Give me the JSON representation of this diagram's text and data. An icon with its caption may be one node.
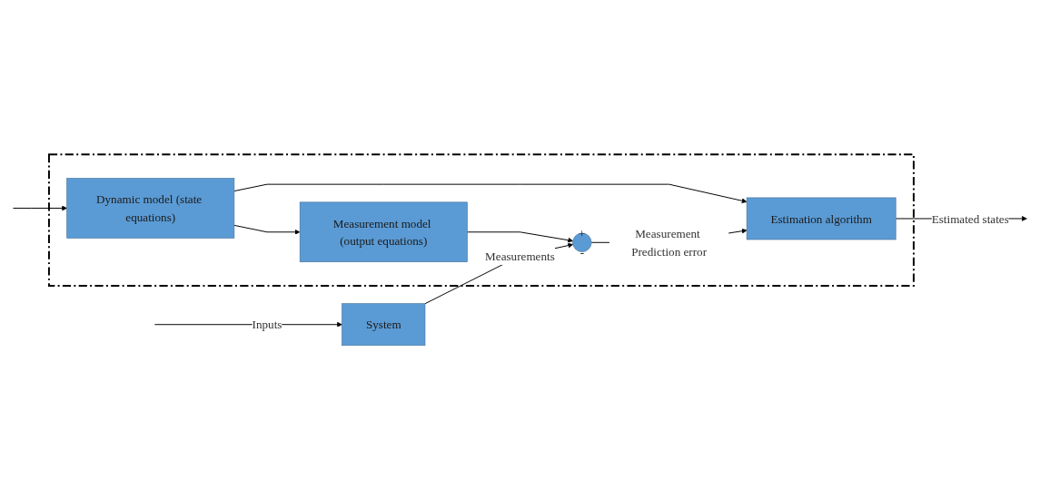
{
  "diagram": {
    "nodes": [
      {
        "text": [
          "System"
        ]
      },
      {
        "text": [],
        "shape": "box"
      },
      {
        "text": [
          "Measurement model (output equations)"
        ],
        "in": 1
      },
      {
        "text": [
          "+",
          "-"
        ],
        "in": 1
      },
      {
        "text": [
          "Dynamic model (state equations)"
        ],
        "in": 1
      },
      {
        "text": [
          "Estimation algorithm"
        ],
        "in": 1
      }
    ],
    "edges": [
      {
        "from": null,
        "to": 0,
        "arrow": "to",
        "label": "Inputs"
      },
      {
        "from": null,
        "to": 4,
        "arrow": "to"
      },
      {
        "from": 0,
        "to": 3,
        "arrow": "to",
        "label": "Measurements"
      },
      {
        "from": 4,
        "to": 2,
        "arrow": "to"
      },
      {
        "from": 2,
        "to": 3,
        "arrow": "to"
      },
      {
        "from": 4,
        "to": 5,
        "arrow": "to"
      },
      {
        "from": 3,
        "to": 5,
        "arrow": "to",
        "label": "Measurement Prediction error"
      },
      {
        "from": 5,
        "to": null,
        "arrow": "to",
        "label": "Estimated states"
      }
    ]
  }
}
